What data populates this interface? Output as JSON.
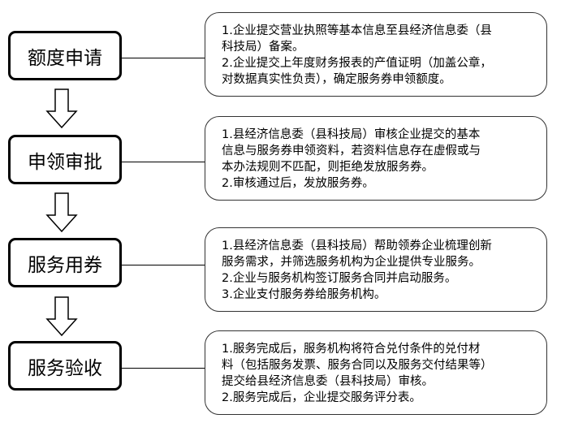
{
  "steps": [
    {
      "label": "额度申请",
      "lines": [
        "1.企业提交营业执照等基本信息至县经济信息委（县",
        "科技局）备案。",
        "2.企业提交上年度财务报表的产值证明（加盖公章，",
        "对数据真实性负责），确定服务券申领额度。"
      ]
    },
    {
      "label": "申领审批",
      "lines": [
        "1.县经济信息委（县科技局）审核企业提交的基本",
        "信息与服务券申领资料，若资料信息存在虚假或与",
        "本办法规则不匹配，则拒绝发放服务券。",
        "2.审核通过后，发放服务券。"
      ]
    },
    {
      "label": "服务用券",
      "lines": [
        "1.县经济信息委（县科技局）帮助领券企业梳理创新",
        "服务需求，并筛选服务机构为企业提供专业服务。",
        "2.企业与服务机构签订服务合同并启动服务。",
        "3.企业支付服务券给服务机构。"
      ]
    },
    {
      "label": "服务验收",
      "lines": [
        "1.服务完成后，服务机构将符合兑付条件的兑付材",
        "料（包括服务发票、服务合同以及服务交付结果等）",
        "提交给县经济信息委（县科技局）审核。",
        "2.服务完成后，企业提交服务评分表。"
      ]
    }
  ]
}
